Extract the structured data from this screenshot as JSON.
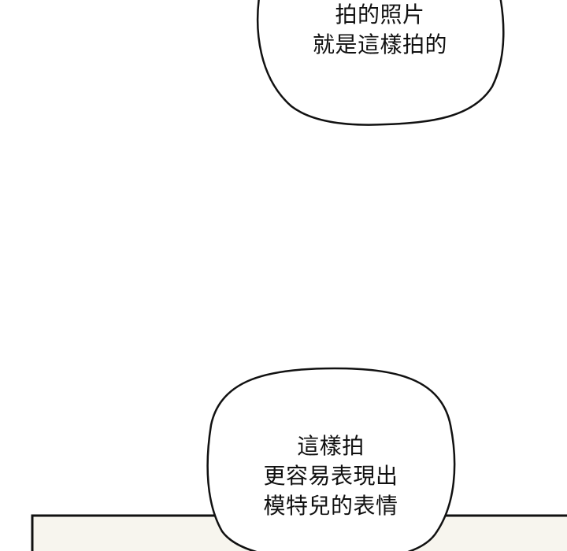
{
  "page": {
    "background": "#ffffff",
    "panel_fill": "#f7f5ee",
    "ink": "#111111"
  },
  "bubble_top": {
    "lines": [
      "拍的照片",
      "就是這樣拍的"
    ]
  },
  "bubble_bottom": {
    "lines": [
      "這樣拍",
      "更容易表現出",
      "模特兒的表情"
    ]
  }
}
